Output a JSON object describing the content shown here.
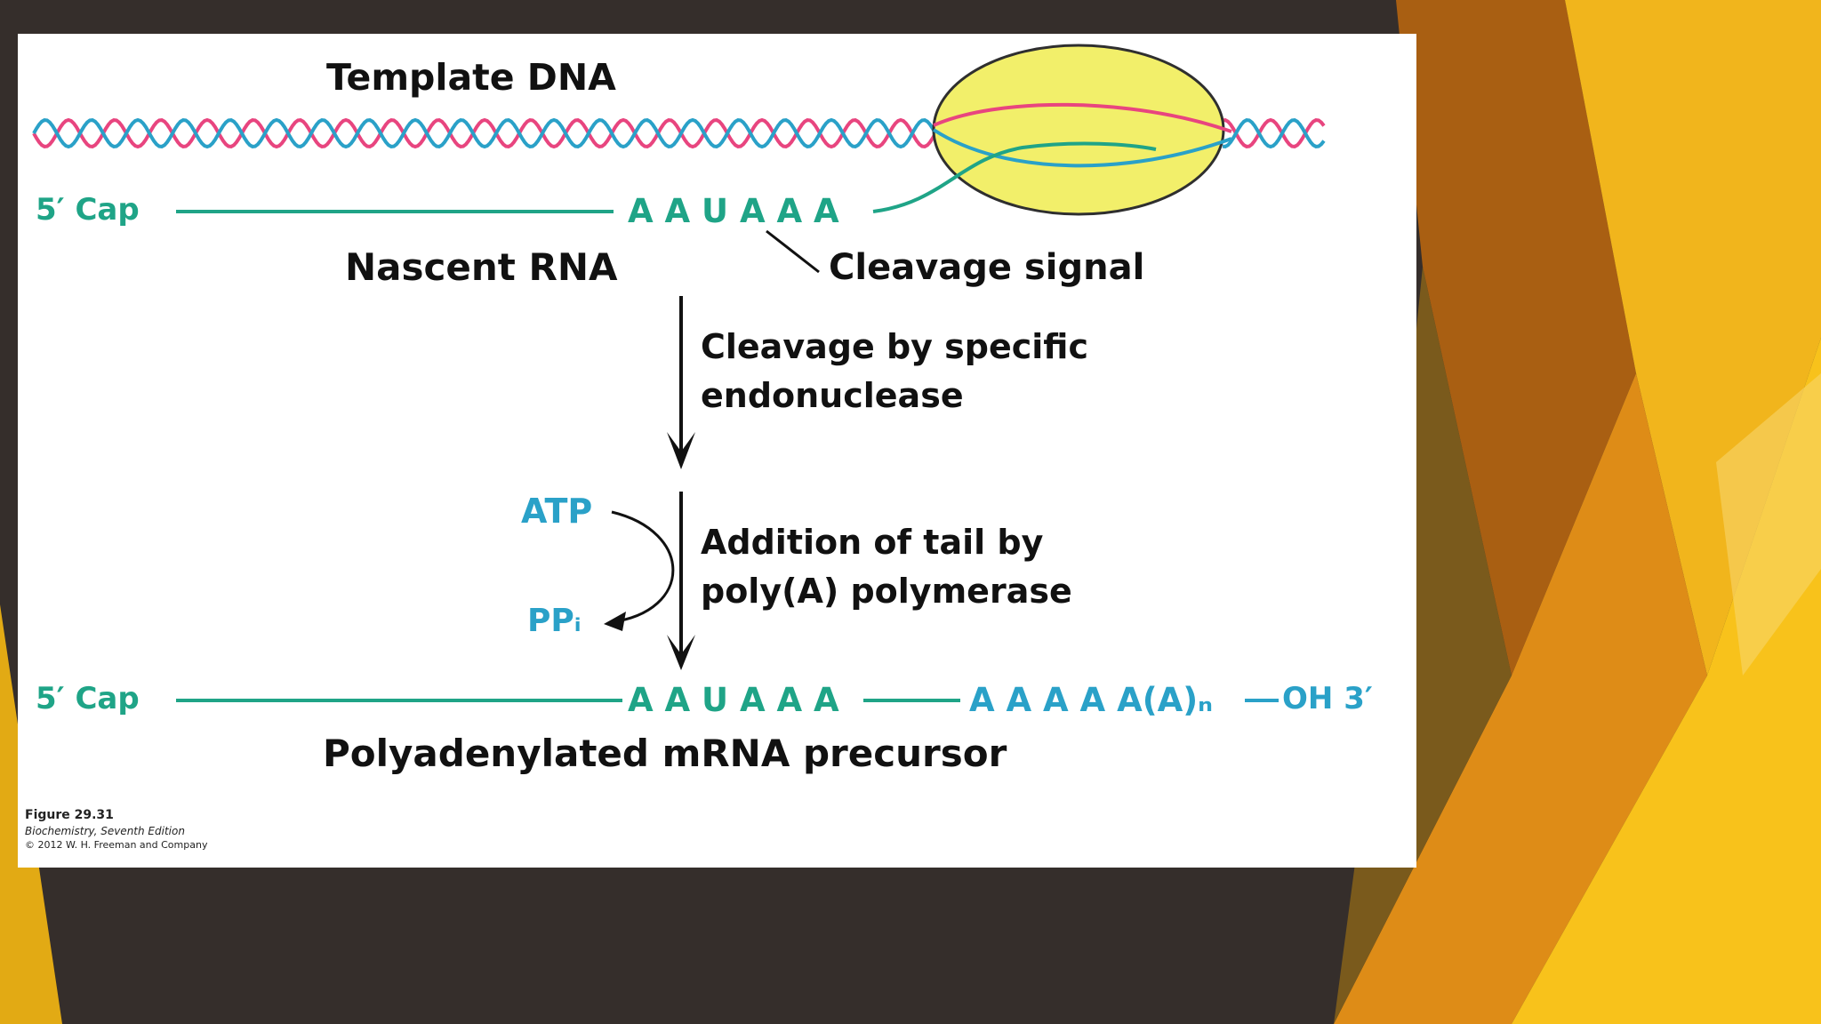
{
  "figure": {
    "template_dna_label": "Template DNA",
    "cap_label_top": "5′ Cap",
    "signal_sequence_top": "A A U A A A",
    "nascent_rna_label": "Nascent RNA",
    "cleavage_signal_label": "Cleavage signal",
    "step1_line1": "Cleavage by specific",
    "step1_line2": "endonuclease",
    "atp_label": "ATP",
    "ppi_label": "PPᵢ",
    "step2_line1": "Addition of tail by",
    "step2_line2": "poly(A) polymerase",
    "cap_label_bottom": "5′ Cap",
    "signal_sequence_bottom": "A A U A A A",
    "poly_a_tail": "A A A A A(A)ₙ",
    "oh_end": "OH 3′",
    "product_label": "Polyadenylated mRNA precursor",
    "caption_line1": "Figure 29.31",
    "caption_line2": "Biochemistry, Seventh Edition",
    "caption_line3": "© 2012 W. H. Freeman and Company"
  },
  "colors": {
    "slide_background": "#352e2b",
    "rna_strand": "#1fa487",
    "dna_strand_pink": "#e8457f",
    "dna_strand_blue": "#2aa1c8",
    "polymerase": "#f2ef6a",
    "accent_gold": "#f1b51c",
    "accent_brown": "#a95f12"
  },
  "icons": {
    "dna_helix": "dna-helix-icon",
    "rna_polymerase": "polymerase-ellipse-icon"
  }
}
